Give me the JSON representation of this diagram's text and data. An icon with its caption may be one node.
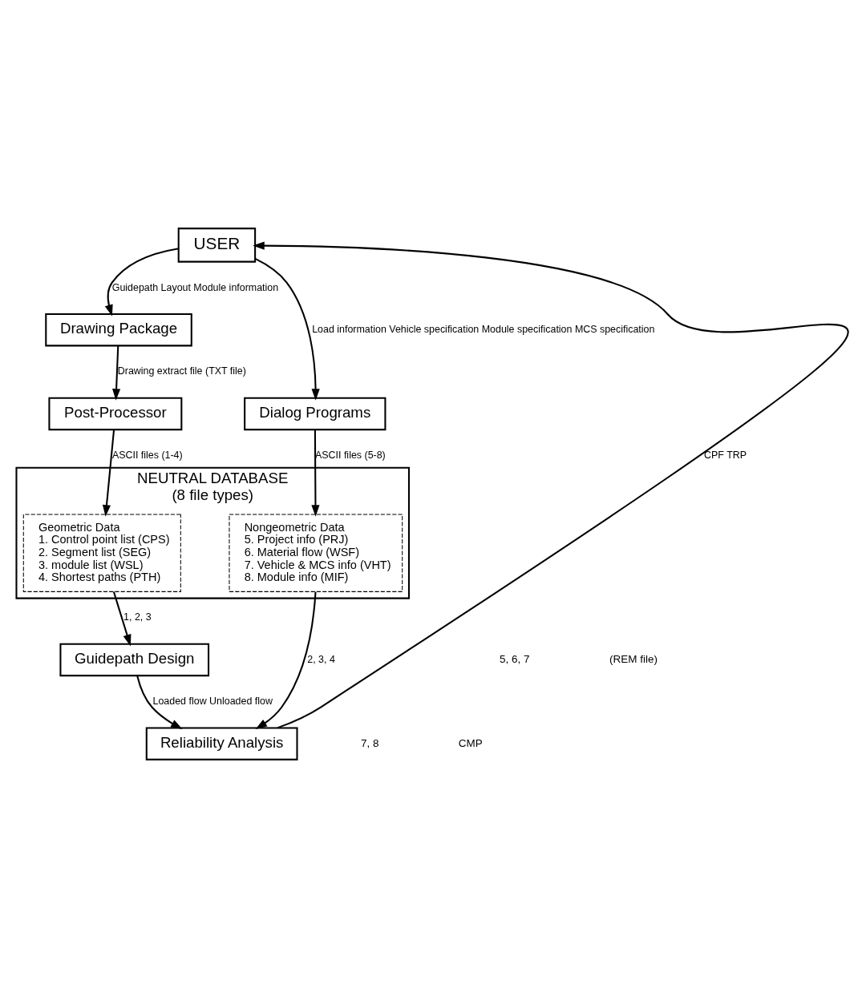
{
  "diagram": {
    "nodes": [
      {
        "text": [
          "USER"
        ]
      },
      {
        "text": [
          "Drawing Package"
        ]
      },
      {
        "text": [
          "Post-Processor"
        ]
      },
      {
        "text": [
          "Dialog Programs"
        ]
      },
      {
        "text": [
          "NEUTRAL DATABASE",
          "(8 file types)"
        ]
      },
      {
        "text": [
          "Geometric Data",
          "1. Control point list (CPS)",
          "2. Segment list (SEG)",
          "3. module list (WSL)",
          "4. Shortest paths (PTH)"
        ],
        "in": 4
      },
      {
        "text": [
          "Nongeometric Data",
          "5. Project info (PRJ)",
          "6. Material flow (WSF)",
          "7. Vehicle & MCS info (VHT)",
          "8. Module info (MIF)"
        ],
        "in": 4
      },
      {
        "text": [
          "Guidepath Design"
        ]
      },
      {
        "text": [
          "Reliability Analysis"
        ]
      }
    ],
    "edges": [
      {
        "from": 0,
        "to": 1,
        "arrow": "to",
        "label": "Guidepath Layout Module information"
      },
      {
        "from": 1,
        "to": 2,
        "arrow": "to",
        "label": "Drawing extract file (TXT file)"
      },
      {
        "from": 2,
        "to": 5,
        "arrow": "to",
        "label": "ASCII files (1-4)"
      },
      {
        "from": 0,
        "to": 3,
        "arrow": "to",
        "label": "Load information Vehicle specification Module specification MCS specification"
      },
      {
        "from": 3,
        "to": 6,
        "arrow": "to",
        "label": "ASCII files (5-8)"
      },
      {
        "from": 5,
        "to": 7,
        "arrow": "to",
        "label": "1, 2, 3"
      },
      {
        "from": 6,
        "to": 8,
        "arrow": "to",
        "label": "2, 3, 4"
      },
      {
        "from": 7,
        "to": 8,
        "arrow": "to",
        "label": "Loaded flow Unloaded flow"
      },
      {
        "from": 8,
        "to": 0,
        "arrow": "to",
        "label": "CPF TRP"
      }
    ],
    "labels": [
      "5, 6, 7",
      "7, 8",
      "(REM file)",
      "CMP"
    ]
  }
}
